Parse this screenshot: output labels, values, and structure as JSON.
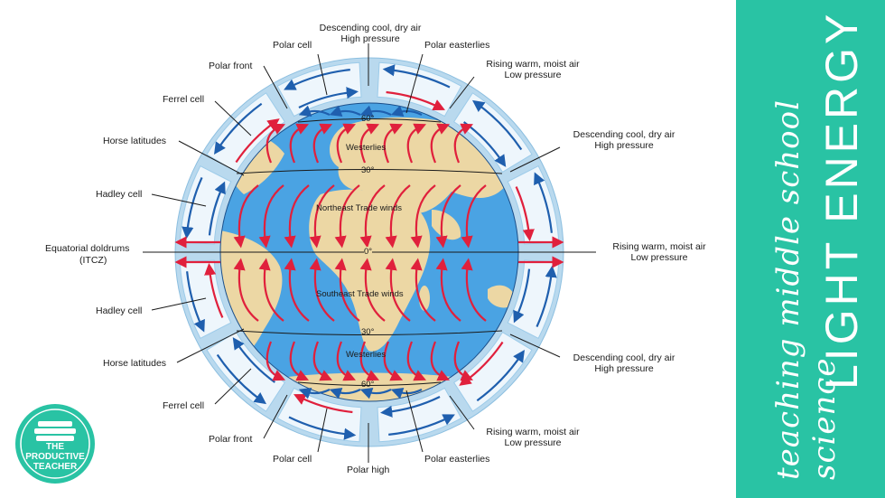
{
  "diagram": {
    "grid_lines": {
      "n60": "60°",
      "n30": "30°",
      "equator": "0°",
      "s30": "30°",
      "s60": "60°"
    },
    "zones": {
      "north_westerlies": "Westerlies",
      "northeast_trades": "Northeast Trade winds",
      "southeast_trades": "Southeast Trade winds",
      "south_westerlies": "Westerlies"
    },
    "labels_left": {
      "polar_front_n": "Polar front",
      "ferrel_cell_n": "Ferrel cell",
      "horse_latitudes_n": "Horse latitudes",
      "hadley_cell_n": "Hadley cell",
      "equatorial_doldrums": "Equatorial doldrums",
      "itcz": "(ITCZ)",
      "hadley_cell_s": "Hadley cell",
      "horse_latitudes_s": "Horse latitudes",
      "ferrel_cell_s": "Ferrel cell",
      "polar_front_s": "Polar front"
    },
    "labels_top": {
      "descending_line1": "Descending cool, dry air",
      "descending_line2": "High pressure",
      "polar_cell": "Polar cell",
      "polar_easterlies": "Polar easterlies"
    },
    "labels_right": {
      "rising_n60_line1": "Rising warm, moist air",
      "rising_n60_line2": "Low pressure",
      "descending_n30_line1": "Descending cool, dry air",
      "descending_n30_line2": "High pressure",
      "rising_eq_line1": "Rising warm, moist air",
      "rising_eq_line2": "Low pressure",
      "descending_s30_line1": "Descending cool, dry air",
      "descending_s30_line2": "High pressure",
      "rising_s60_line1": "Rising warm, moist air",
      "rising_s60_line2": "Low pressure"
    },
    "labels_bottom": {
      "polar_cell": "Polar cell",
      "polar_easterlies": "Polar easterlies",
      "polar_high": "Polar high"
    },
    "colors": {
      "ocean": "#4aa3e3",
      "land": "#ecd7a4",
      "cell_fill": "#e6f2fb",
      "warm_arrow": "#e0203c",
      "cool_arrow": "#1f5fae"
    }
  },
  "banner": {
    "script_text": "teaching middle school science",
    "title": "LIGHT ENERGY",
    "color": "#29c3a4"
  },
  "logo": {
    "line1": "THE",
    "line2": "PRODUCTIVE",
    "line3": "TEACHER"
  }
}
